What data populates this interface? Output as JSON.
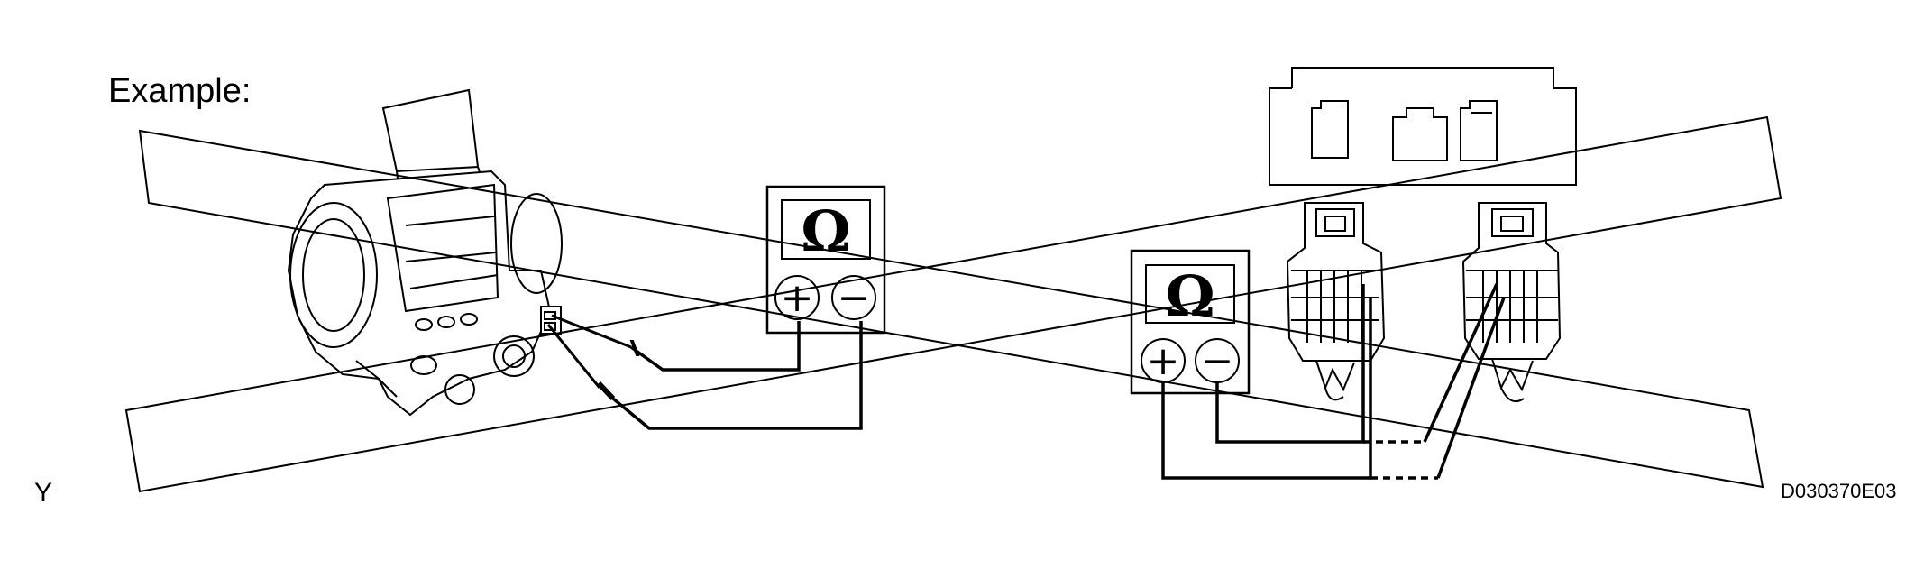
{
  "labels": {
    "example": "Example:",
    "corner_letter": "Y",
    "figure_code": "D030370E03"
  },
  "meters": [
    {
      "symbol": "Ω",
      "plus": "+",
      "minus": "−"
    },
    {
      "symbol": "Ω",
      "plus": "+",
      "minus": "−"
    }
  ],
  "crossed_out": true,
  "colors": {
    "line": "#000000",
    "background": "#ffffff"
  }
}
